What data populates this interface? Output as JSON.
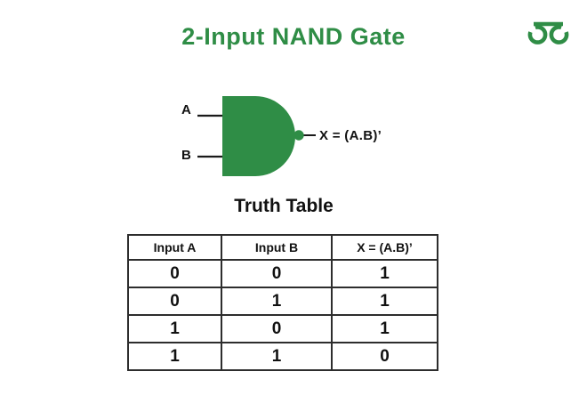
{
  "page": {
    "background": "#ffffff",
    "accent_green": "#2F8D46",
    "text_color": "#111111"
  },
  "header": {
    "title": "2-Input NAND Gate",
    "logo_name": "geeksforgeeks-logo"
  },
  "diagram": {
    "gate_type": "NAND",
    "gate_color": "#2F8D46",
    "input_a_label": "A",
    "input_b_label": "B",
    "output_label": "X = (A.B)’"
  },
  "truth_table": {
    "heading": "Truth Table",
    "columns": [
      "Input A",
      "Input B",
      "X = (A.B)’"
    ],
    "rows": [
      [
        "0",
        "0",
        "1"
      ],
      [
        "0",
        "1",
        "1"
      ],
      [
        "1",
        "0",
        "1"
      ],
      [
        "1",
        "1",
        "0"
      ]
    ]
  }
}
